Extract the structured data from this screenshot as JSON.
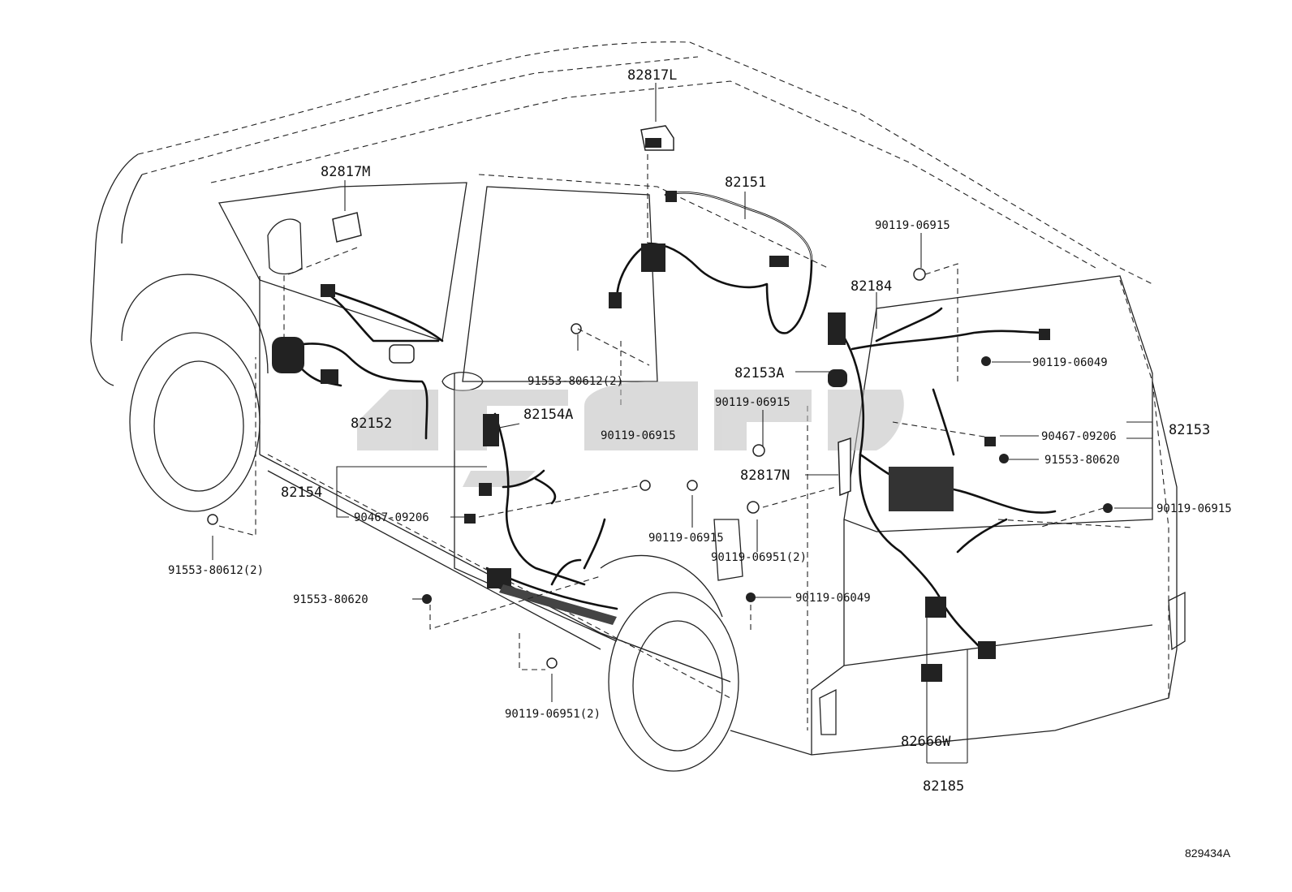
{
  "diagram": {
    "watermark_color": "#bdbdbd",
    "figure_id": "829434A",
    "parts": {
      "p82817L": "82817L",
      "p82817M": "82817M",
      "p82151": "82151",
      "p90119_06915_top": "90119-06915",
      "p82184": "82184",
      "p90119_06049_right": "90119-06049",
      "p82153A": "82153A",
      "p90119_06915_mid": "90119-06915",
      "p82153": "82153",
      "p90467_09206_right": "90467-09206",
      "p91553_80620_right": "91553-80620",
      "p82817N": "82817N",
      "p90119_06915_right": "90119-06915",
      "p91553_80612_upper": "91553-80612(2)",
      "p82152": "82152",
      "p82154A": "82154A",
      "p90119_06915_center": "90119-06915",
      "p82154": "82154",
      "p90467_09206_left": "90467-09206",
      "p91553_80612_lower": "91553-80612(2)",
      "p91553_80620_left": "91553-80620",
      "p90119_06915_low": "90119-06915",
      "p90119_06951_mid": "90119-06951(2)",
      "p90119_06049_low": "90119-06049",
      "p90119_06951_bottom": "90119-06951(2)",
      "p82666W": "82666W",
      "p82185": "82185"
    }
  }
}
